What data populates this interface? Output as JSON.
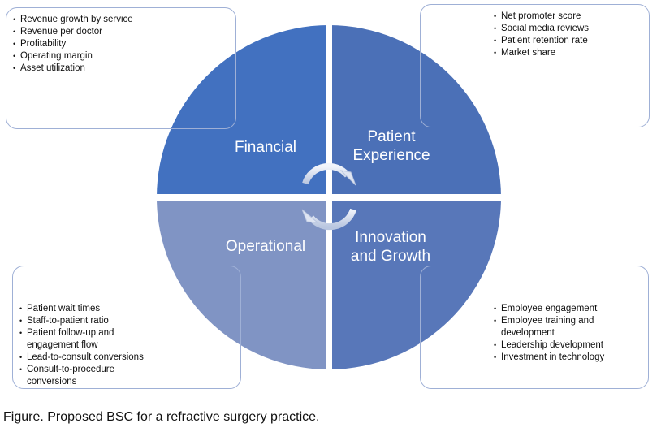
{
  "quadrants": {
    "financial": {
      "label": "Financial",
      "color": "#4271c0"
    },
    "patient": {
      "line1": "Patient",
      "line2": "Experience",
      "color": "#4b70b7"
    },
    "operational": {
      "label": "Operational",
      "color": "#8094c4"
    },
    "innovation": {
      "line1": "Innovation",
      "line2": "and Growth",
      "color": "#5877b9"
    }
  },
  "boxes": {
    "financial": [
      "Revenue growth by service",
      "Revenue per doctor",
      "Profitability",
      "Operating margin",
      "Asset utilization"
    ],
    "patient": [
      "Net promoter score",
      "Social media reviews",
      "Patient retention rate",
      "Market share"
    ],
    "operational": [
      "Patient wait times",
      "Staff-to-patient ratio",
      "Patient follow-up and engagement flow",
      "Lead-to-consult conversions",
      "Consult-to-procedure conversions"
    ],
    "innovation": [
      "Employee engagement",
      "Employee training and development",
      "Leadership development",
      "Investment in technology"
    ]
  },
  "caption": "Figure. Proposed BSC for a refractive surgery practice."
}
